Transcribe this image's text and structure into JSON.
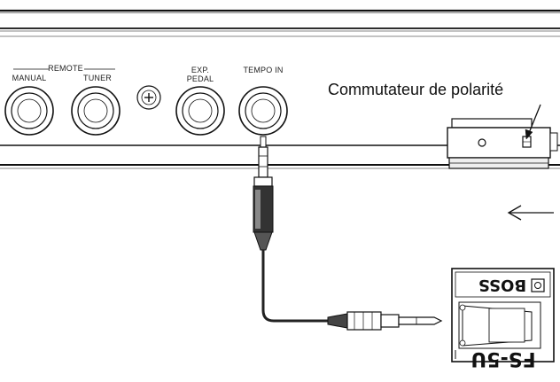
{
  "panel": {
    "group_label": "REMOTE",
    "jacks": [
      {
        "label": "MANUAL"
      },
      {
        "label": "TUNER"
      },
      {
        "label_line1": "EXP.",
        "label_line2": "PEDAL"
      },
      {
        "label": "TEMPO IN"
      }
    ]
  },
  "callout": {
    "polarity_switch_label": "Commutateur de polarité"
  },
  "pedal": {
    "brand": "BOSS",
    "model": "FS-5U"
  }
}
